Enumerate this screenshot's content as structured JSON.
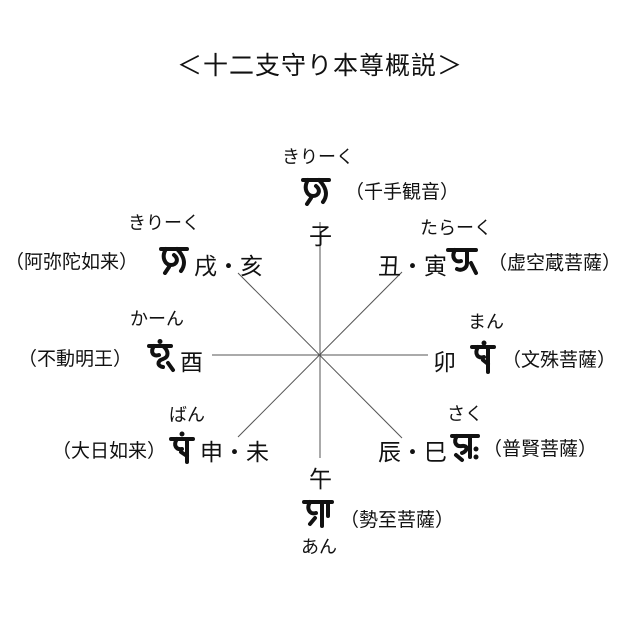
{
  "title": "＜十二支守り本尊概説＞",
  "nodes": {
    "north": {
      "reading": "きりーく",
      "zodiac": "子",
      "deity": "（千手観音）",
      "bonji_icon": "siddham-hrih-icon"
    },
    "northeast": {
      "reading": "たらーく",
      "zodiac": "丑・寅",
      "deity": "（虚空蔵菩薩）",
      "bonji_icon": "siddham-trah-icon"
    },
    "east": {
      "reading": "まん",
      "zodiac": "卯",
      "deity": "（文殊菩薩）",
      "bonji_icon": "siddham-mam-icon"
    },
    "southeast": {
      "reading": "さく",
      "zodiac": "辰・巳",
      "deity": "（普賢菩薩）",
      "bonji_icon": "siddham-sah-icon"
    },
    "south": {
      "reading": "あん",
      "zodiac": "午",
      "deity": "（勢至菩薩）",
      "bonji_icon": "siddham-sam-icon"
    },
    "southwest": {
      "reading": "ばん",
      "zodiac": "申・未",
      "deity": "（大日如来）",
      "bonji_icon": "siddham-vam-icon"
    },
    "west": {
      "reading": "かーん",
      "zodiac": "酉",
      "deity": "（不動明王）",
      "bonji_icon": "siddham-hammam-icon"
    },
    "northwest": {
      "reading": "きりーく",
      "zodiac": "戌・亥",
      "deity": "（阿弥陀如来）",
      "bonji_icon": "siddham-hrih-icon"
    }
  }
}
